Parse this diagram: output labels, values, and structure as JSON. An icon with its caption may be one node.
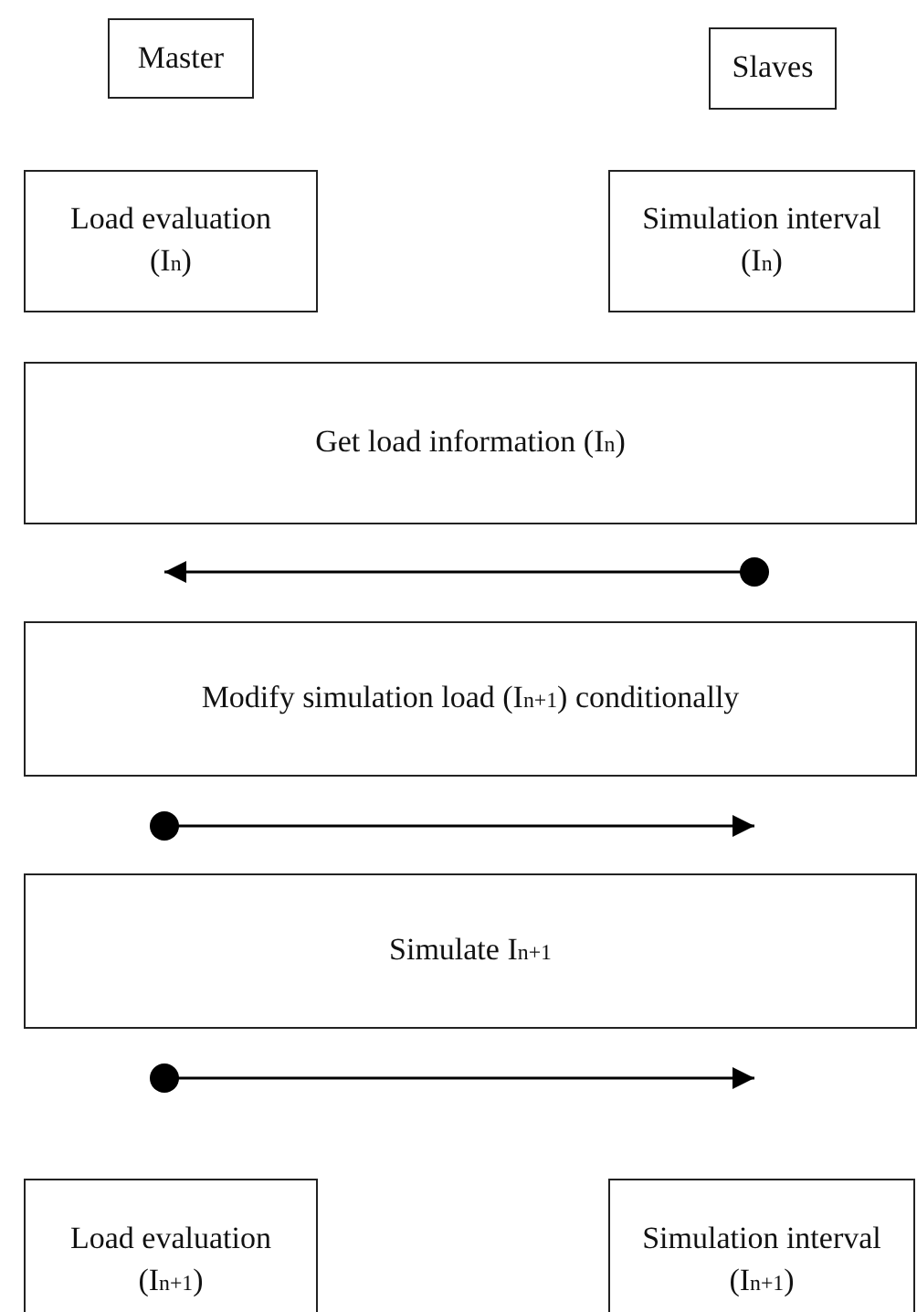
{
  "diagram": {
    "nodes": [
      {
        "text": [
          "Master"
        ]
      },
      {
        "text": [
          "Slaves"
        ]
      },
      {
        "text": [
          "Load evaluation (I$_{n}$)"
        ]
      },
      {
        "text": [
          "Simulation interval (I$_{n}$)"
        ]
      },
      {
        "text": [
          "Get load information (I$_{n}$)"
        ]
      },
      {
        "text": [
          "Modify simulation load (I$_{n+1}$) conditionally"
        ]
      },
      {
        "text": [
          "Simulate  I$_{n+1}$"
        ]
      },
      {
        "text": [
          "Load evaluation (I$_{n+1}$)"
        ]
      },
      {
        "text": [
          "Simulation interval (I$_{n+1}$)"
        ]
      }
    ]
  }
}
